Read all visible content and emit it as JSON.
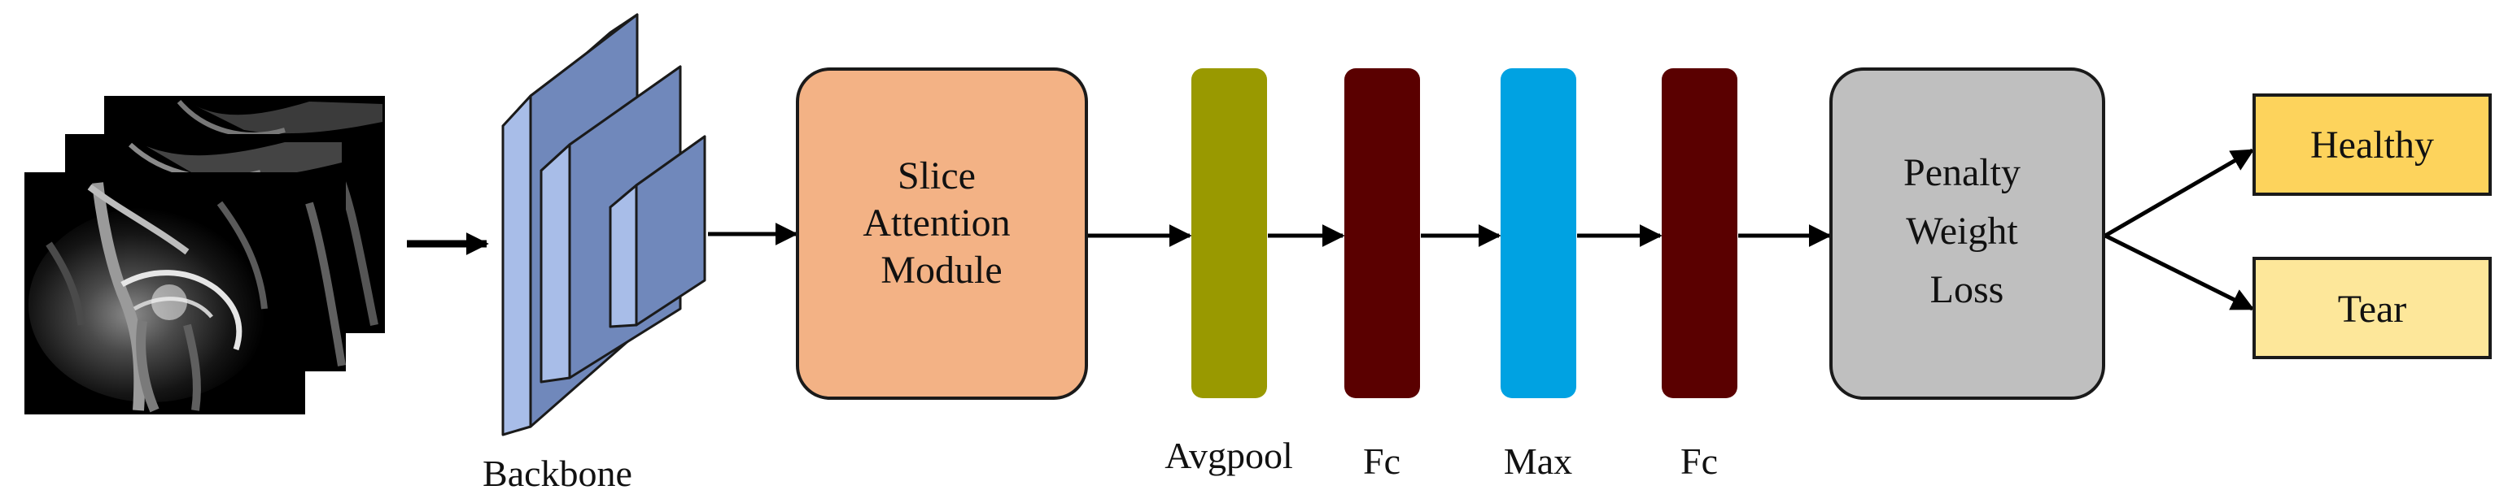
{
  "input": {
    "slice_count": 3
  },
  "backbone": {
    "label": "Backbone"
  },
  "attention": {
    "lines": [
      "Slice",
      "Attention",
      "Module"
    ],
    "color": "#f3b285"
  },
  "layers": [
    {
      "label": "Avgpool",
      "color": "#999900"
    },
    {
      "label": "Fc",
      "color": "#5a0000"
    },
    {
      "label": "Max",
      "color": "#00a2e2"
    },
    {
      "label": "Fc",
      "color": "#5a0000"
    }
  ],
  "loss": {
    "lines": [
      "Penalty",
      "Weight",
      "Loss"
    ],
    "color": "#bfbfbf"
  },
  "outputs": [
    {
      "label": "Healthy",
      "color": "#fdd35c"
    },
    {
      "label": "Tear",
      "color": "#fde79a"
    }
  ]
}
